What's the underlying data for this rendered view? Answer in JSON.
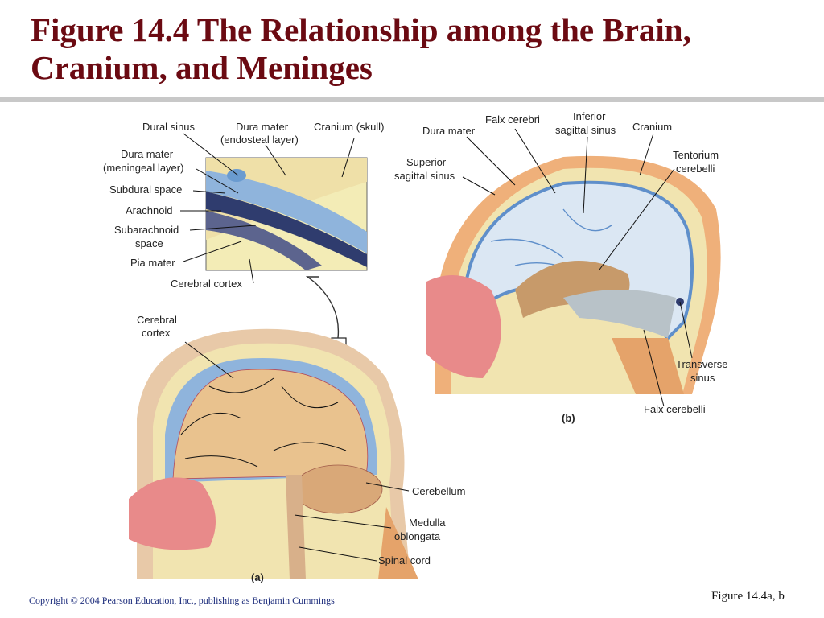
{
  "title": "Figure 14.4  The Relationship among the Brain, Cranium, and Meninges",
  "panel_a": {
    "label": "(a)",
    "inset_labels": [
      "Dural sinus",
      "Dura mater",
      "(endosteal layer)",
      "Cranium (skull)",
      "Dura mater",
      "(meningeal  layer)",
      "Subdural space",
      "Arachnoid",
      "Subarachnoid",
      "space",
      "Pia mater",
      "Cerebral cortex"
    ],
    "brain_labels": [
      "Cerebral",
      "cortex",
      "Cerebellum",
      "Medulla",
      "oblongata",
      "Spinal cord"
    ]
  },
  "panel_b": {
    "label": "(b)",
    "labels": [
      "Dura mater",
      "Falx cerebri",
      "Inferior",
      "sagittal sinus",
      "Cranium",
      "Superior",
      "sagittal sinus",
      "Tentorium",
      "cerebelli",
      "Transverse",
      "sinus",
      "Falx cerebelli"
    ]
  },
  "copyright": "Copyright © 2004 Pearson Education, Inc., publishing as Benjamin Cummings",
  "figure_ref": "Figure 14.4a, b"
}
